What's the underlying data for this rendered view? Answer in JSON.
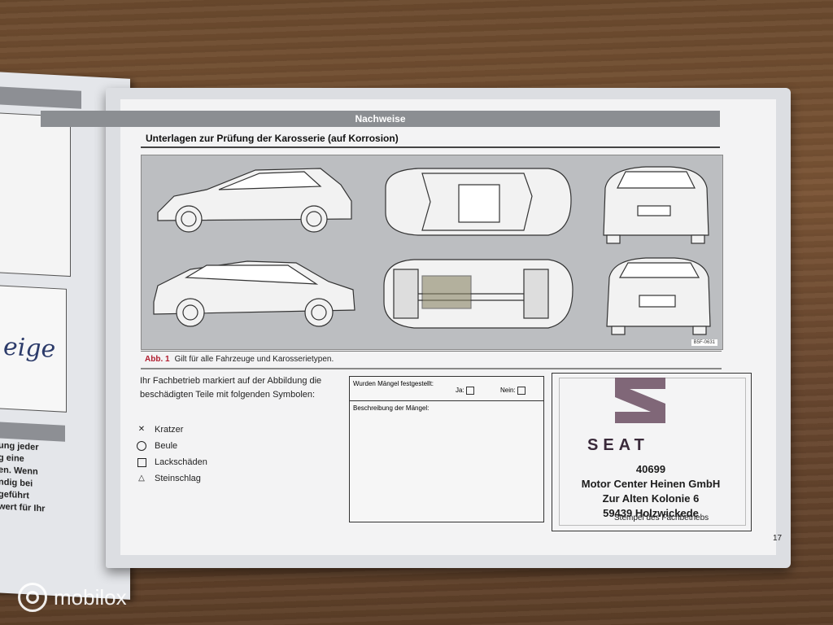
{
  "header": {
    "title": "Nachweise"
  },
  "section": {
    "title": "Unterlagen zur Prüfung der Karosserie (auf Korrosion)"
  },
  "figure": {
    "id_label": "B5F-0631",
    "caption_label": "Abb. 1",
    "caption_text": "Gilt für alle Fahrzeuge und Karosserietypen."
  },
  "body": {
    "intro": "Ihr Fachbetrieb markiert auf der Abbildung die beschädigten Teile mit folgenden Symbolen:"
  },
  "legend": [
    {
      "symbol": "cross",
      "label": "Kratzer"
    },
    {
      "symbol": "circle",
      "label": "Beule"
    },
    {
      "symbol": "square",
      "label": "Lackschäden"
    },
    {
      "symbol": "triangle",
      "label": "Steinschlag"
    }
  ],
  "form": {
    "question": "Wurden Mängel festgestellt:",
    "yes_label": "Ja:",
    "no_label": "Nein:",
    "description_label": "Beschreibung der Mängel:"
  },
  "stamp": {
    "brand": "SEAT",
    "number": "40699",
    "company": "Motor Center Heinen GmbH",
    "street": "Zur Alten Kolonie 6",
    "city": "59439 Holzwickede",
    "label": "Stempel des Fachbetriebs"
  },
  "page_number": "17",
  "left_page": {
    "bold_lines": [
      "ung jeder",
      "g eine",
      "en. Wenn",
      "ndig bei",
      "geführt",
      "wert für Ihr"
    ],
    "signature": "eige"
  },
  "watermark": {
    "brand": "mobilox"
  }
}
